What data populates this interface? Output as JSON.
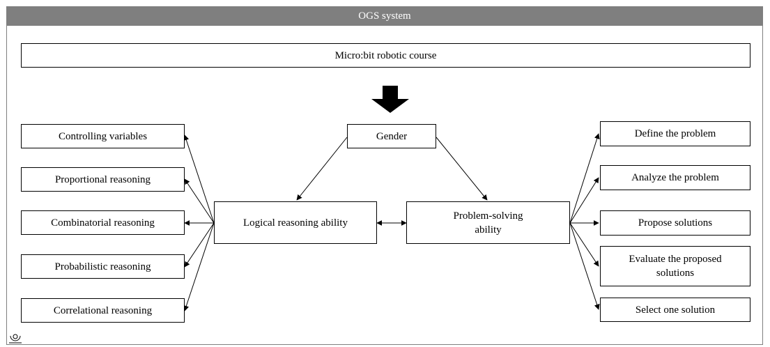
{
  "diagram": {
    "header_title": "OGS system",
    "course": "Micro:bit robotic course",
    "gender": "Gender",
    "logical_reasoning": "Logical reasoning ability",
    "problem_solving": "Problem-solving ability",
    "logical_components": [
      "Controlling variables",
      "Proportional reasoning",
      "Combinatorial reasoning",
      "Probabilistic reasoning",
      "Correlational reasoning"
    ],
    "problem_solving_steps": [
      "Define the problem",
      "Analyze the problem",
      "Propose solutions",
      "Evaluate the proposed solutions",
      "Select one solution"
    ],
    "colors": {
      "header_bg": "#7f7f7f",
      "header_text": "#ffffff",
      "stroke": "#000000"
    },
    "icons": {
      "down_arrow": "thick-down-arrow-icon",
      "corner": "scan-icon"
    }
  }
}
